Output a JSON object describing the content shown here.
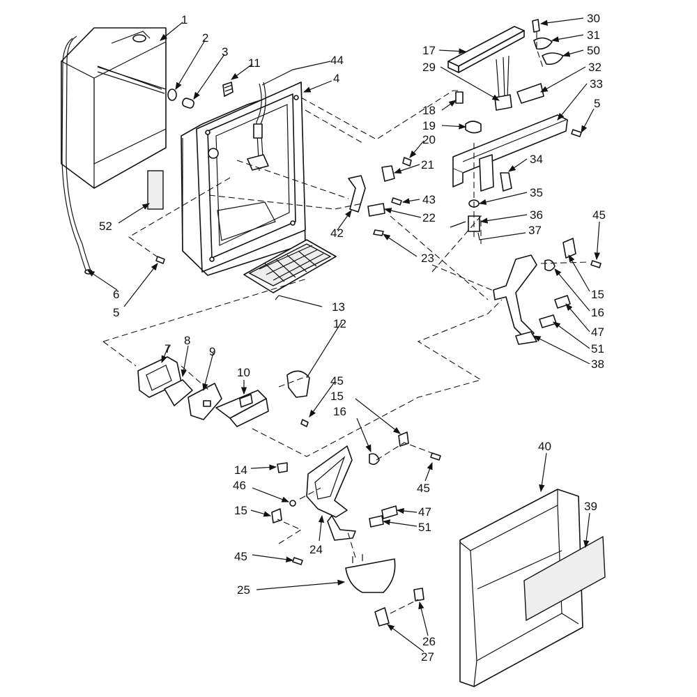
{
  "diagram": {
    "part_numbers": {
      "p1": "1",
      "p2": "2",
      "p3": "3",
      "p11": "11",
      "p44": "44",
      "p4": "4",
      "p52": "52",
      "p5a": "5",
      "p6": "6",
      "p5b": "5",
      "p13": "13",
      "p12": "12",
      "p7": "7",
      "p8": "8",
      "p9": "9",
      "p10": "10",
      "p45a": "45",
      "p15a": "15",
      "p16a": "16",
      "p14": "14",
      "p46": "46",
      "p15b": "15",
      "p24": "24",
      "p45b": "45",
      "p45c": "45",
      "p47a": "47",
      "p51a": "51",
      "p25": "25",
      "p26": "26",
      "p27": "27",
      "p40": "40",
      "p39": "39",
      "p17": "17",
      "p29": "29",
      "p30": "30",
      "p31": "31",
      "p50": "50",
      "p32": "32",
      "p33": "33",
      "p5c": "5",
      "p18": "18",
      "p19": "19",
      "p20": "20",
      "p21": "21",
      "p34": "34",
      "p43": "43",
      "p35": "35",
      "p42": "42",
      "p22": "22",
      "p36": "36",
      "p37": "37",
      "p23": "23",
      "p45d": "45",
      "p15c": "15",
      "p16b": "16",
      "p47b": "47",
      "p51b": "51",
      "p38": "38"
    }
  }
}
